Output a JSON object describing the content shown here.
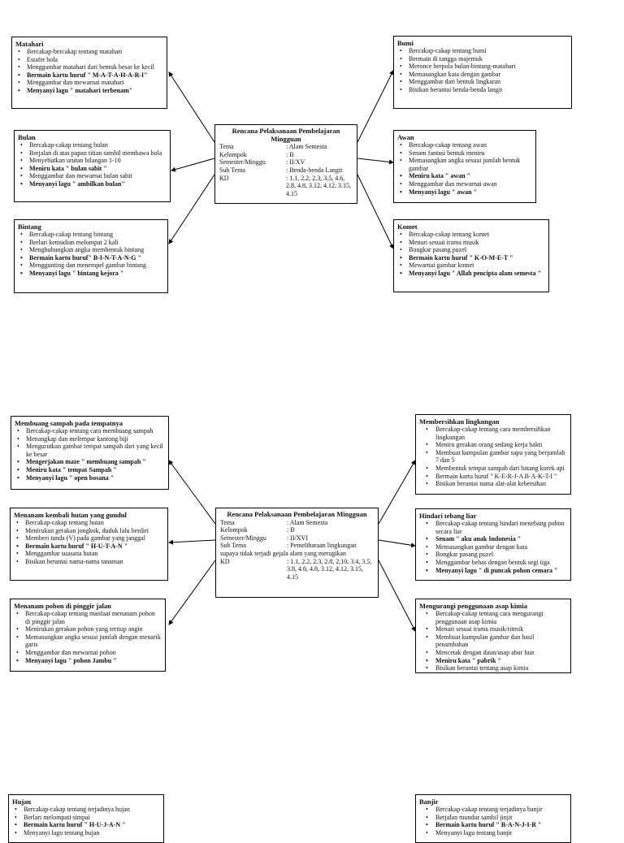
{
  "map1": {
    "center": {
      "title": "Rencana Pelaksanaan Pembelajaran Mingguan",
      "rows": [
        {
          "k": "Tema",
          "v": ": Alam Semesta"
        },
        {
          "k": "Kelompok",
          "v": ": B"
        },
        {
          "k": "Semester/Minggu",
          "v": ": II/XV"
        },
        {
          "k": "Sub Tema",
          "v": ": Benda-benda Langit"
        },
        {
          "k": "KD",
          "v": ": 1.1, 2.2, 2.3, 3.5, 4.6, 2.8, 4.8, 3.12, 4.12, 3.15, 4.15"
        }
      ]
    },
    "matahari": {
      "title": "Matahari",
      "items": [
        "Bercakap-bercakap tentang matahari",
        "Estafet bola",
        "Menggambar matahari dari bentuk  besar ke kecil",
        "Bermain kartu huruf \" M-A-T-A-H-A-R-I\"",
        "Menggambar dan mewarnai matahari",
        "Menyanyi lagu \" matahari terbenam\""
      ]
    },
    "bulan": {
      "title": "Bulan",
      "items": [
        "Bercakap-cakap tentang bulan",
        "Berjalan di atas papan titian sambil membawa bola",
        "Menyebutkan urutan bilangan 1-10",
        "Meniru kata \" bulan sabit \"",
        "Menggambar dan mewarnai bulan sabit",
        "Menyanyi lagu \" ambilkan bulan\""
      ]
    },
    "bintang": {
      "title": "Bintang",
      "items": [
        "Bercakap-cakap tentang bintang",
        "Berlari kemudian melompat 2 kali",
        "Menghubungkan angka membentuk bintang",
        "Bermain kartu huruf\" B-I-N-T-A-N-G \"",
        "Menggunting dan menempel gambar bintang",
        "Menyanyi lagu \" bintang kejora \""
      ]
    },
    "bumi": {
      "title": "Bumi",
      "items": [
        "Bercakap-cakap tentang bumi",
        "Bermain di tangga majemuk",
        "Meronce berpola bulan-bintang-matahari",
        "Memasangkan kata dengan gambar",
        "Menggambar dari bentuk lingkaran",
        "Bisikan berantai benda-benda langit"
      ]
    },
    "awan": {
      "title": "Awan",
      "items": [
        "Bercakap-cakap tentang awan",
        "Senam fantasi bentuk meniru",
        "Memasangkan angka sesuai jumlah bentuk gambar",
        "Meniru kata \" awan \"",
        "Menggambar dan mewarnai awan",
        "Menyanyi lagu \" awan \""
      ]
    },
    "komet": {
      "title": "Komet",
      "items": [
        "Bercakap-cakap tentang komet",
        "Menari sesuai irama musik",
        "Bongkar pasang puzel",
        "Bermain kartu huruf \" K-O-M-E-T \"",
        "Mewarnai gambar komet",
        "Menyanyi lagu \" Allah pencipta alam semesta \""
      ]
    }
  },
  "map2": {
    "center": {
      "title": "Rencana Pelaksanaan Pembelajaran Mingguan",
      "rows": [
        {
          "k": "Tema",
          "v": ": Alam Semesta"
        },
        {
          "k": "Kelompok",
          "v": ": B"
        },
        {
          "k": "Semester/Minggu",
          "v": ": II/XVI"
        },
        {
          "k": "Sub Tema",
          "v": ": Pemeliharaan lingkungan"
        }
      ],
      "subtema_cont": "supaya tidak terjadi gejala alam yang merugikan",
      "kd_label": "KD",
      "kd_value": ": 1.1, 2.2, 2.3, 2.8, 2,10, 3.4, 3.5, 3.8, 4.6, 4.8, 3.12, 4.12, 3.15, 4.15"
    },
    "membuang": {
      "title": "Membuang sampah pada tempatnya",
      "items": [
        "Bercakap-cakap tentang cara membuang sampah",
        "Menangkap dan melempar kantong biji",
        "Mengurutkan gambar tempat sampah dari yang kecil ke besar",
        "Mengerjakan maze \" membuang sampah \"",
        "Meniru kata \" tempat Sampah \"",
        "Menyanyi lagu \" open bosana \""
      ]
    },
    "menanam_kembali": {
      "title": "Menanam kembali hutan yang gundul",
      "items": [
        "Bercakap-cakap tentang hutan",
        "Menirukan gerakan jongkok, duduk lalu berdiri",
        "Memberi tanda (V) pada gambar yang janggal",
        "Bermain kartu huruf \" H-U-T-A-N \"",
        "Menggambar suasana hutan",
        "Bisikan berantai nama-nama tanaman"
      ]
    },
    "menanam_pohon": {
      "title": "Menanam pohon di pinggir jalan",
      "items": [
        "Bercakap-cakap tentang manfaat menanam pohon  di pinggir jalan",
        "Menirukan gerakan pohon yang tertiup angin",
        "Memasangkan angka sesuai jumlah dengan menarik garis",
        "Menggambar dan mewarnai pohon",
        "Menyanyi lagu \" pohon Jambu \""
      ]
    },
    "membersihkan": {
      "title": "Membersihkan lingkungan",
      "items": [
        "Bercakap-cakap tentang cara membersihkan lingkungan",
        "Meniru gerakan orang sedang kerja bakti",
        "Membuat kumpulan gambar sapu yang berjumlah 7 dan 5",
        "Membentuk tempat sampah dari batang korek api",
        "Bermain kartu huruf \" K-E-R-J-A B-A-K-T-I \"",
        "Bisikan berantai nama alat-alat kebersihan"
      ]
    },
    "hindari": {
      "title": "Hindari tebang liar",
      "items": [
        "Bercakap-cakap tentang hindari menebang pohon secara liar",
        "Senam \" aku anak Indonesia \"",
        "Memasangkan gambar dengan kata",
        "Bongkar pasang puzel",
        "Menggambar bebas dengan bentuk segi tiga",
        "Menyanyi lagu \" di puncak pohon cemara \""
      ]
    },
    "mengurangi": {
      "title": "Mengurangi penggunaan asap kimia",
      "items": [
        "Bercakap-cakap tentang cara mengurangi penggunaan asap kimia",
        "Menari sesuai irama musik/ritmik",
        "Membuat kumpulan gambar dan hasil penambahan",
        "Mencetak dengan daun/usap abur luar",
        "Meniru kata \" pabrik \"",
        "Bisikan berantai tentang asap kimia"
      ]
    }
  },
  "map3": {
    "hujan": {
      "title": "Hujan",
      "items": [
        "Bercakap-cakap tentang terjadinya hujan",
        "Berlari melompati simpai",
        "Bermain kartu huruf \" H-U-J-A-N \"",
        "Menyanyi lagu tentang hujan"
      ]
    },
    "banjir": {
      "title": "Banjir",
      "items": [
        "Bercakap-cakap tentang terjadinya banjir",
        "Berjalan mundur sambil jinjit",
        "Bermain kartu huruf \" B-A-N-J-I-R \"",
        "Menyanyi lagu tentang banjir"
      ]
    }
  }
}
